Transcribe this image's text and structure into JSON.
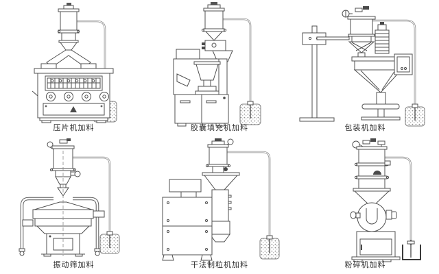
{
  "page": {
    "background": "#ffffff",
    "line_color": "#4f4f4f",
    "hose_color": "#8a8a8a",
    "label_color": "#2e2e2e"
  },
  "diagrams": [
    {
      "id": "tablet-press",
      "label": "压片机加料"
    },
    {
      "id": "capsule-filler",
      "label": "胶囊填充机加料"
    },
    {
      "id": "packaging-machine",
      "label": "包装机加料"
    },
    {
      "id": "vibrating-screen",
      "label": "振动筛加料"
    },
    {
      "id": "dry-granulator",
      "label": "干法制粒机加料"
    },
    {
      "id": "pulverizer",
      "label": "粉碎机加料"
    }
  ]
}
